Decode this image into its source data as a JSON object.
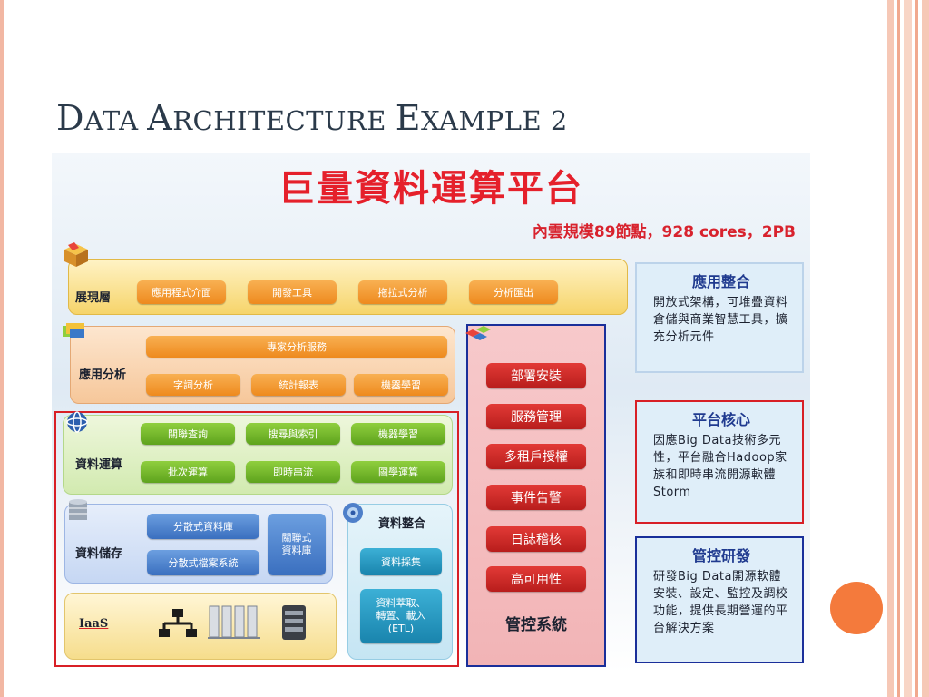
{
  "slide": {
    "title_cap1": "D",
    "title_rest1": "ATA ",
    "title_cap2": "A",
    "title_rest2": "RCHITECTURE ",
    "title_cap3": "E",
    "title_rest3": "XAMPLE 2"
  },
  "diagram": {
    "title": "巨量資料運算平台",
    "subtitle": "內雲規模89節點，928 cores，2PB",
    "presentation": {
      "label": "展現層",
      "items": [
        "應用程式介面",
        "開發工具",
        "拖拉式分析",
        "分析匯出"
      ]
    },
    "app_analysis": {
      "label": "應用分析",
      "top": "專家分析服務",
      "items": [
        "字詞分析",
        "統計報表",
        "機器學習"
      ]
    },
    "compute": {
      "label": "資料運算",
      "row1": [
        "關聯查詢",
        "搜尋與索引",
        "機器學習"
      ],
      "row2": [
        "批次運算",
        "即時串流",
        "圖學運算"
      ]
    },
    "storage": {
      "label": "資料儲存",
      "items": [
        "分散式資料庫",
        "分散式檔案系統"
      ],
      "relational": "關聯式\n資料庫"
    },
    "integration": {
      "label": "資料整合",
      "collect": "資料採集",
      "etl": "資料萃取、\n轉置、載入\n(ETL)"
    },
    "iaas": {
      "label": "IaaS"
    },
    "management": {
      "items": [
        "部署安裝",
        "服務管理",
        "多租戶授權",
        "事件告警",
        "日誌稽核",
        "高可用性"
      ],
      "label": "管控系統"
    },
    "side": [
      {
        "heading": "應用整合",
        "text": "開放式架構，可堆疊資料倉儲與商業智慧工具，擴充分析元件"
      },
      {
        "heading": "平台核心",
        "text": "因應Big Data技術多元性，平台融合Hadoop家族和即時串流開源軟體Storm"
      },
      {
        "heading": "管控研發",
        "text": "研發Big Data開源軟體安裝、設定、監控及調校功能，提供長期營運的平台解決方案"
      }
    ]
  },
  "colors": {
    "accent_orange": "#f47a3c",
    "title_red": "#e5202b",
    "frame_stripe": "#f2b7a3"
  }
}
